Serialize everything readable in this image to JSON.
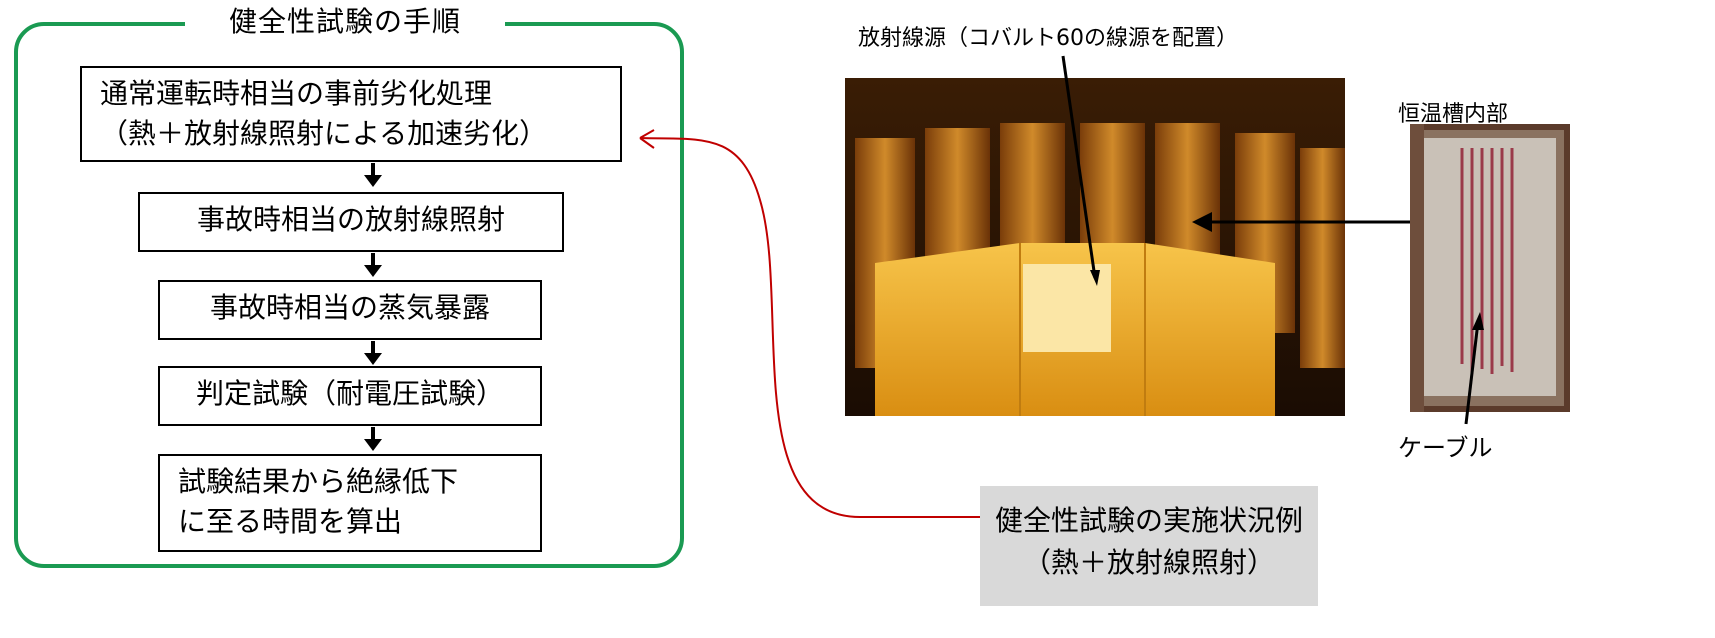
{
  "frame": {
    "title": "健全性試験の手順",
    "border_color": "#1a9a52"
  },
  "steps": [
    {
      "lines": [
        "通常運転時相当の事前劣化処理",
        "（熱＋放射線照射による加速劣化）"
      ]
    },
    {
      "lines": [
        "事故時相当の放射線照射"
      ]
    },
    {
      "lines": [
        "事故時相当の蒸気暴露"
      ]
    },
    {
      "lines": [
        "判定試験（耐電圧試験）"
      ]
    },
    {
      "lines": [
        "試験結果から絶縁低下",
        "に至る時間を算出"
      ]
    }
  ],
  "photo_main": {
    "label": "放射線源（コバルト60の線源を配置）"
  },
  "photo_side": {
    "title": "恒温槽内部",
    "cable_label": "ケーブル"
  },
  "example_box": {
    "lines": [
      "健全性試験の実施状況例",
      "（熱＋放射線照射）"
    ],
    "background": "#d9d9d9"
  },
  "connector": {
    "color": "#c00000"
  }
}
